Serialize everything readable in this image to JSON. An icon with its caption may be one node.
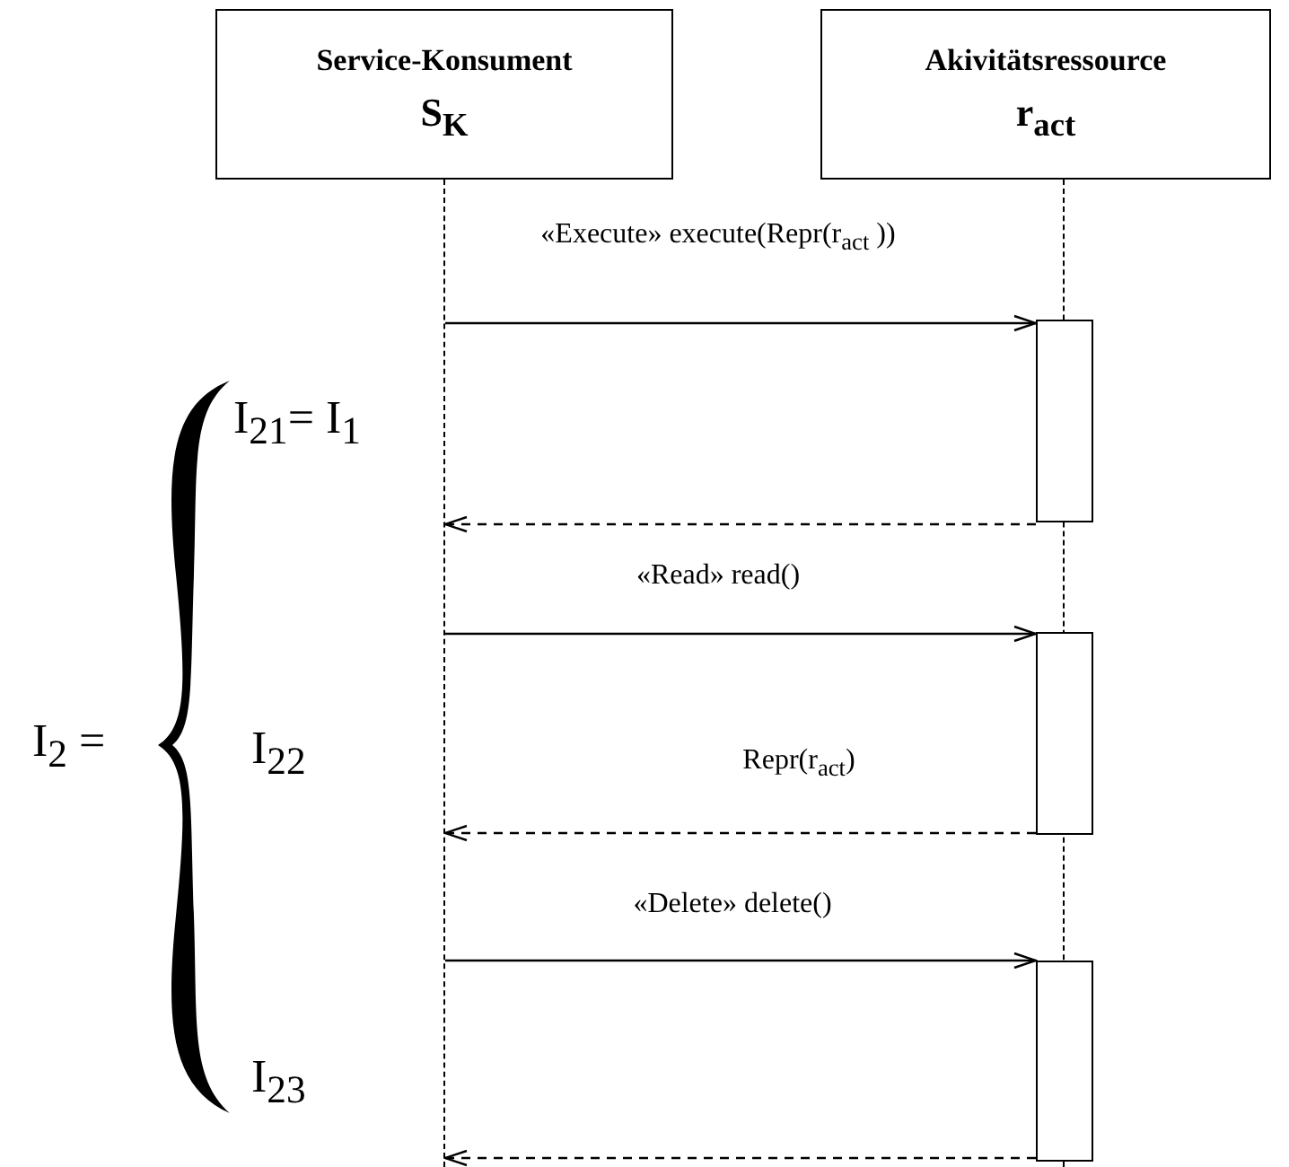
{
  "diagram": {
    "nodes": [
      {
        "text": [
          "Service-Konsument",
          "S$_{K}$"
        ]
      },
      {
        "text": [
          "Akivitätsressource",
          "r$_{act}$"
        ]
      },
      {
        "text": [],
        "shape": "line"
      },
      {
        "text": [],
        "shape": "line"
      },
      {
        "text": [],
        "shape": "bar"
      },
      {
        "text": [],
        "shape": "bar"
      },
      {
        "text": [],
        "shape": "bar"
      },
      {
        "text": [],
        "shape": "brace"
      }
    ],
    "edges": [
      {
        "from": 2,
        "to": 4,
        "arrow": "to",
        "label": "«Execute» execute(Repr(r$_{act}$ ))"
      },
      {
        "from": 4,
        "to": 2,
        "arrow": "to",
        "style": "dashed"
      },
      {
        "from": 2,
        "to": 5,
        "arrow": "to",
        "label": "«Read» read()"
      },
      {
        "from": 5,
        "to": 2,
        "arrow": "to",
        "style": "dashed",
        "label": "Repr(r$_{act}$)"
      },
      {
        "from": 2,
        "to": 6,
        "arrow": "to",
        "label": "«Delete» delete()"
      },
      {
        "from": 6,
        "to": 2,
        "arrow": "to",
        "style": "dashed"
      }
    ],
    "labels": [
      "I$_{21}$= I$_{1}$",
      "I$_{2}$ =",
      "I$_{22}$",
      "I$_{23}$"
    ]
  }
}
